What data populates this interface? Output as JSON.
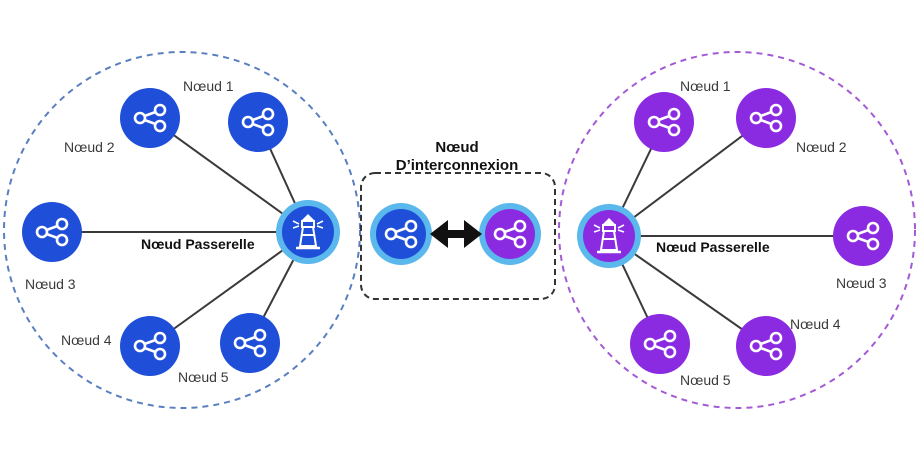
{
  "colors": {
    "left_network": "#1f4fd8",
    "left_border": "#5a7fc0",
    "right_network": "#8a2be2",
    "right_border": "#a35ad6",
    "gateway_ring": "#5bb8ec",
    "link": "#3a3a3a"
  },
  "left_network": {
    "gateway_label": "Nœud Passerelle",
    "gateway_icon": "lighthouse-icon",
    "nodes": [
      {
        "label": "Nœud 1",
        "icon": "share-icon"
      },
      {
        "label": "Nœud 2",
        "icon": "share-icon"
      },
      {
        "label": "Nœud 3",
        "icon": "share-icon"
      },
      {
        "label": "Nœud 4",
        "icon": "share-icon"
      },
      {
        "label": "Nœud 5",
        "icon": "share-icon"
      }
    ]
  },
  "interconnect": {
    "title_line1": "Nœud",
    "title_line2": "D’interconnexion",
    "arrow_icon": "double-arrow-icon"
  },
  "right_network": {
    "gateway_label": "Nœud Passerelle",
    "gateway_icon": "lighthouse-icon",
    "nodes": [
      {
        "label": "Nœud 1",
        "icon": "share-icon"
      },
      {
        "label": "Nœud 2",
        "icon": "share-icon"
      },
      {
        "label": "Nœud 3",
        "icon": "share-icon"
      },
      {
        "label": "Nœud 4",
        "icon": "share-icon"
      },
      {
        "label": "Nœud 5",
        "icon": "share-icon"
      }
    ]
  }
}
